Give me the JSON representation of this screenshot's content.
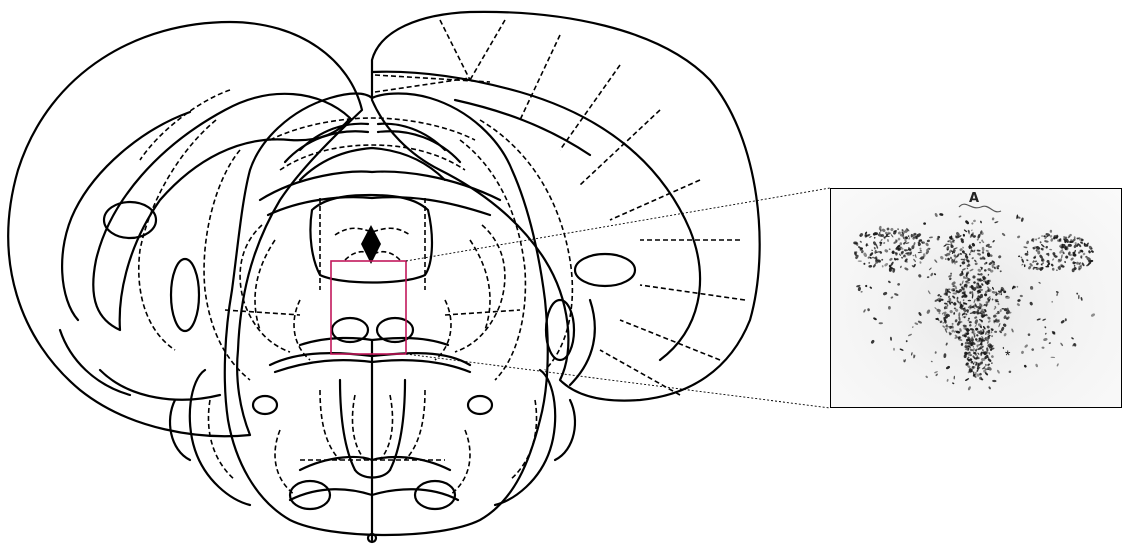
{
  "figure": {
    "inset": {
      "label": "A",
      "star_marker": "*"
    },
    "colors": {
      "outline": "#000000",
      "highlight_box": "#c2185b",
      "ventricle_fill": "#000000",
      "cell_stain": "#1a1a1a"
    },
    "icons": [
      "brain-atlas-section",
      "region-of-interest-box",
      "micrograph-inset"
    ]
  }
}
